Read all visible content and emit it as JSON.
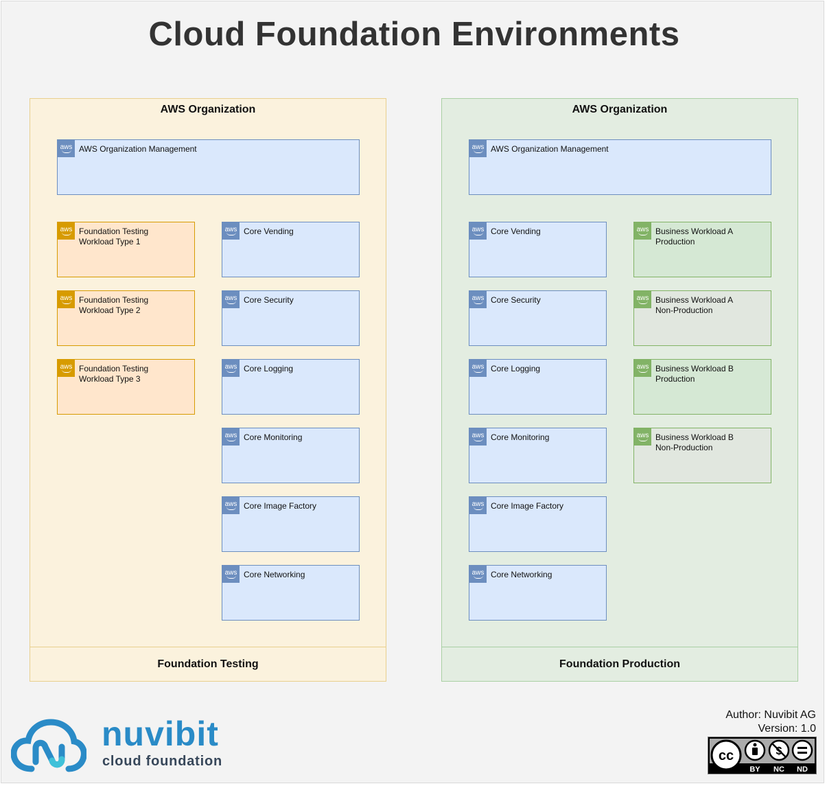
{
  "title": "Cloud Foundation Environments",
  "testing": {
    "org_label": "AWS Organization",
    "footer_label": "Foundation Testing",
    "management": "AWS Organization Management",
    "workloads": [
      "Foundation Testing\nWorkload Type 1",
      "Foundation Testing\nWorkload Type 2",
      "Foundation Testing\nWorkload Type 3"
    ],
    "core": [
      "Core Vending",
      "Core Security",
      "Core Logging",
      "Core Monitoring",
      "Core Image Factory",
      "Core Networking"
    ]
  },
  "production": {
    "org_label": "AWS Organization",
    "footer_label": "Foundation Production",
    "management": "AWS Organization Management",
    "core": [
      "Core Vending",
      "Core Security",
      "Core Logging",
      "Core Monitoring",
      "Core Image Factory",
      "Core Networking"
    ],
    "workloads": [
      "Business Workload A\nProduction",
      "Business Workload A\nNon-Production",
      "Business Workload B\nProduction",
      "Business Workload B\nNon-Production"
    ]
  },
  "aws_icon_text": "aws",
  "brand": {
    "name": "nuvibit",
    "tagline": "cloud foundation"
  },
  "meta": {
    "author": "Author: Nuvibit AG",
    "version": "Version: 1.0"
  },
  "license": {
    "badges": [
      "BY",
      "NC",
      "ND"
    ],
    "cc": "cc"
  },
  "colors": {
    "testing_bg": "#fbf2dd",
    "production_bg": "#e3ede1",
    "core_fill": "#dae8fc",
    "testing_workload_fill": "#ffe6cc",
    "prod_workload_fill": "#d5e8d4",
    "nonprod_workload_fill": "#e1e7df",
    "brand": "#2a8bc7"
  }
}
